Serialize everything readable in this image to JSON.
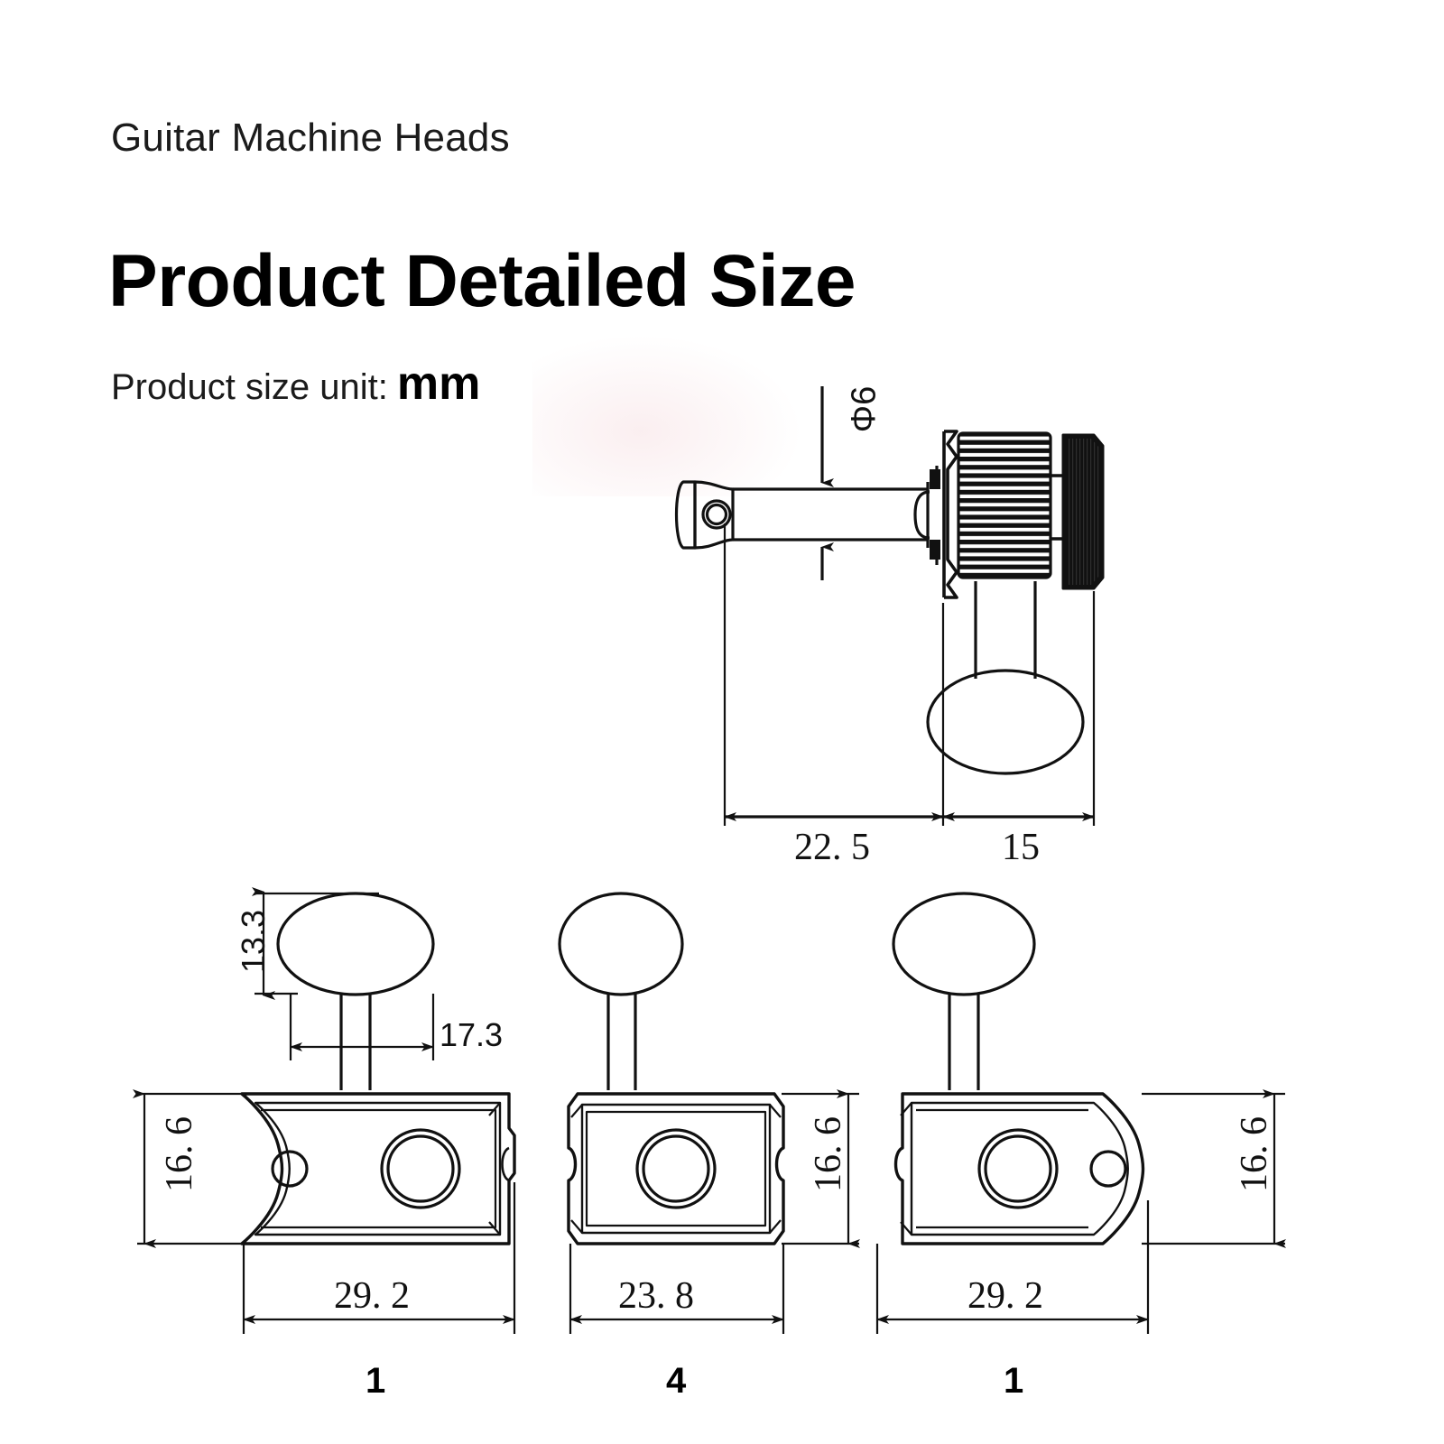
{
  "header": {
    "subtitle": "Guitar Machine Heads",
    "title": "Product Detailed Size",
    "unit_label": "Product size unit:",
    "unit_value": "mm"
  },
  "colors": {
    "background": "#ffffff",
    "line": "#111111",
    "text": "#000000",
    "button_fill": "#111111"
  },
  "top_view": {
    "name": "side-elevation-of-tuner",
    "diameter_label": "Φ6",
    "dim_post_length": "22. 5",
    "dim_knob_width": "15"
  },
  "units": [
    {
      "id": "unit-left",
      "quantity": "1",
      "plate_width": "29. 2",
      "plate_height": "16. 6",
      "button_height": "13.3",
      "button_width": "17.3",
      "decor_side": "left",
      "has_decorative_end": true
    },
    {
      "id": "unit-middle",
      "quantity": "4",
      "plate_width": "23. 8",
      "plate_height": "16. 6",
      "button_height": "",
      "button_width": "",
      "decor_side": "none",
      "has_decorative_end": false
    },
    {
      "id": "unit-right",
      "quantity": "1",
      "plate_width": "29. 2",
      "plate_height": "16. 6",
      "button_height": "",
      "button_width": "",
      "decor_side": "right",
      "has_decorative_end": true
    }
  ]
}
